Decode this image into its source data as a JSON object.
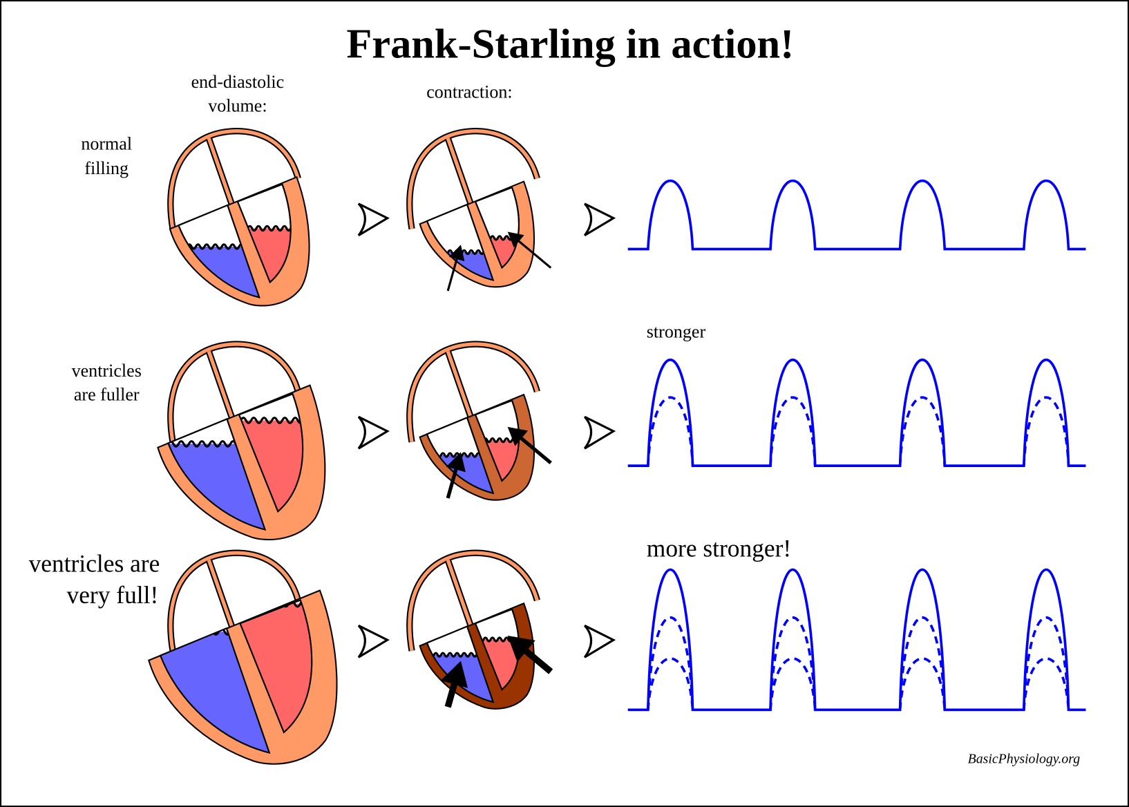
{
  "title": "Frank-Starling in action!",
  "column_headers": {
    "edv_line1": "end-diastolic",
    "edv_line2": "volume:",
    "contraction": "contraction:"
  },
  "rows": [
    {
      "label_lines": [
        "normal",
        "filling"
      ],
      "fill_level": 0.5,
      "contracted_wall_color": "#ff9966",
      "trace_label": "",
      "amplitudes": [
        1.0
      ]
    },
    {
      "label_lines": [
        "ventricles",
        "are fuller"
      ],
      "fill_level": 0.75,
      "contracted_wall_color": "#cc6633",
      "trace_label": "stronger",
      "amplitudes": [
        1.55,
        1.0
      ]
    },
    {
      "label_lines": [
        "ventricles are",
        "very full!"
      ],
      "fill_level": 0.97,
      "contracted_wall_color": "#993300",
      "trace_label": "more stronger!",
      "amplitudes": [
        2.05,
        1.35,
        0.75
      ]
    }
  ],
  "colors": {
    "wall": "#ff9966",
    "blood_deoxy": "#6666ff",
    "blood_oxy": "#ff6666",
    "trace": "#0000ff"
  },
  "beats_per_trace": 4,
  "credit": "BasicPhysiology.org"
}
